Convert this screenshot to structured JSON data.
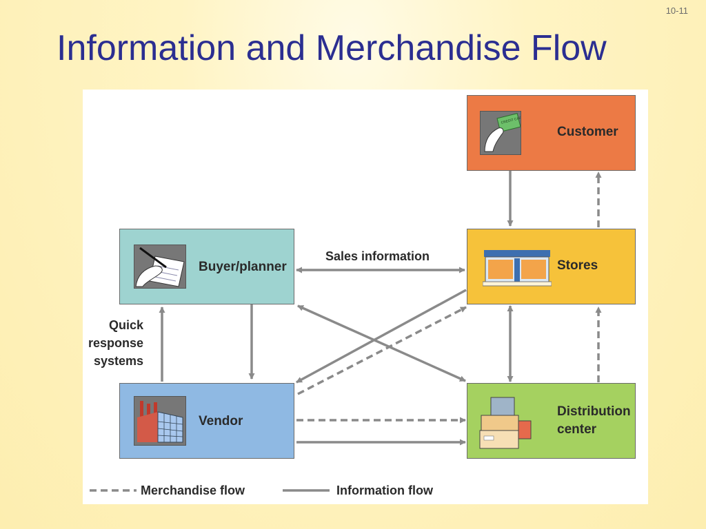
{
  "slide": {
    "number": "10-11",
    "title": "Information and Merchandise Flow"
  },
  "nodes": {
    "customer": {
      "label": "Customer",
      "color": "#ec7a45",
      "icon": "credit-card-hand-icon",
      "card_text": "CREDIT CARD"
    },
    "stores": {
      "label": "Stores",
      "color": "#f6c23a",
      "icon": "storefront-icon"
    },
    "buyer": {
      "label": "Buyer/planner",
      "color": "#9ed3d0",
      "icon": "pen-writing-hand-icon"
    },
    "vendor": {
      "label": "Vendor",
      "color": "#8fb9e3",
      "icon": "factory-icon"
    },
    "dc": {
      "label_line1": "Distribution",
      "label_line2": "center",
      "color": "#a5d160",
      "icon": "boxes-icon"
    }
  },
  "flows": {
    "sales_information": "Sales information",
    "qrs_line1": "Quick",
    "qrs_line2": "response",
    "qrs_line3": "systems"
  },
  "legend": {
    "merchandise_flow": "Merchandise flow",
    "information_flow": "Information flow"
  },
  "colors": {
    "arrow": "#8a8a8a",
    "title": "#2b2e91"
  }
}
